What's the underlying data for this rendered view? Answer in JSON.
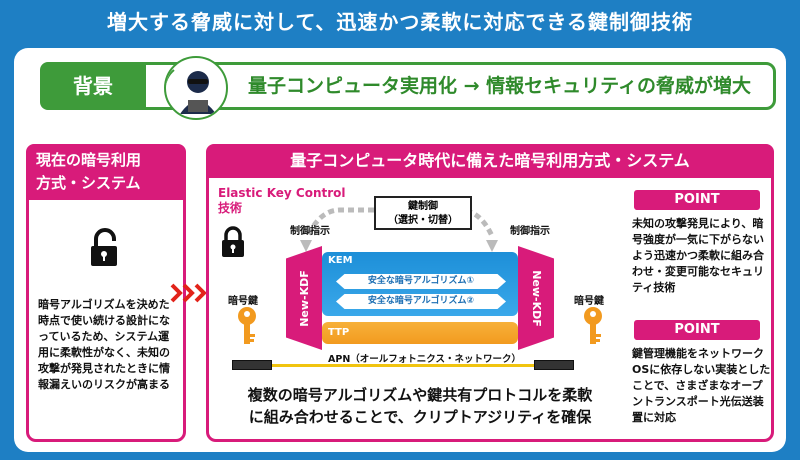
{
  "title": "増大する脅威に対して、迅速かつ柔軟に対応できる鍵制御技術",
  "background": {
    "label": "背景",
    "text": "量子コンピュータ実用化 → 情報セキュリティの脅威が増大"
  },
  "left_panel": {
    "title_line1": "現在の暗号利用",
    "title_line2": "方式・システム",
    "description": "暗号アルゴリズムを決めた時点で使い続ける設計になっているため、システム運用に柔軟性がなく、未知の攻撃が発見されたときに情報漏えいのリスクが高まる"
  },
  "right_panel": {
    "title": "量子コンピュータ時代に備えた暗号利用方式・システム",
    "ekc_line1": "Elastic Key Control",
    "ekc_line2": "技術",
    "key_control_line1": "鍵制御",
    "key_control_line2": "（選択・切替）",
    "control_instruction": "制御指示",
    "crypto_key": "暗号鍵",
    "kdf": "New-KDF",
    "kem": "KEM",
    "algo1": "安全な暗号アルゴリズム①",
    "algo2": "安全な暗号アルゴリズム②",
    "ttp": "TTP",
    "apn": "APN（オールフォトニクス・ネットワーク）",
    "bottom_line1": "複数の暗号アルゴリズムや鍵共有プロトコルを柔軟",
    "bottom_line2": "に組み合わせることで、クリプトアジリティを確保",
    "point_label": "POINT",
    "point1": "未知の攻撃発見により、暗号強度が一気に下がらないよう迅速かつ柔軟に組み合わせ・変更可能なセキュリティ技術",
    "point2": "鍵管理機能をネットワークOSに依存しない実装としたことで、さまざまなオープントランスポート光伝送装置に対応"
  },
  "icons": [
    "hacker-icon",
    "lock-open-icon",
    "lock-closed-icon",
    "key-icon",
    "chevron-right-icon"
  ],
  "colors": {
    "blue": "#1e7fc4",
    "green": "#3e9b3a",
    "magenta": "#d81b7a",
    "pipe_blue": "#1d8fd8",
    "pipe_orange": "#f29a1f"
  }
}
